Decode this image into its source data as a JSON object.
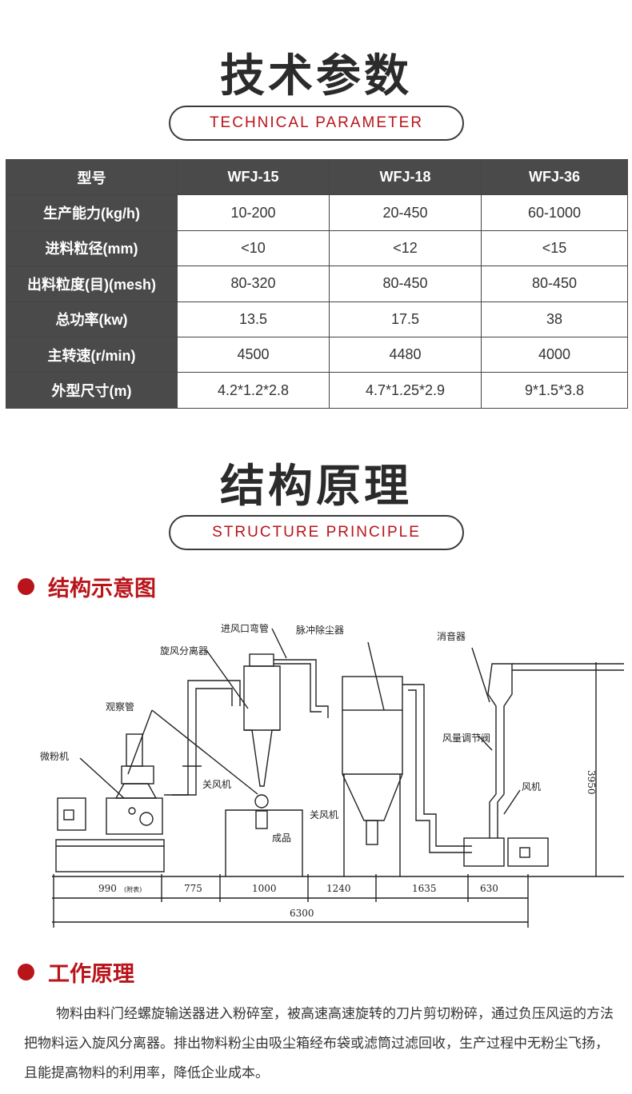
{
  "tech": {
    "title": "技术参数",
    "subtitle": "TECHNICAL PARAMETER",
    "headers": [
      "型号",
      "WFJ-15",
      "WFJ-18",
      "WFJ-36"
    ],
    "rows": [
      [
        "生产能力(kg/h)",
        "10-200",
        "20-450",
        "60-1000"
      ],
      [
        "进料粒径(mm)",
        "<10",
        "<12",
        "<15"
      ],
      [
        "出料粒度(目)(mesh)",
        "80-320",
        "80-450",
        "80-450"
      ],
      [
        "总功率(kw)",
        "13.5",
        "17.5",
        "38"
      ],
      [
        "主转速(r/min)",
        "4500",
        "4480",
        "4000"
      ],
      [
        "外型尺寸(m)",
        "4.2*1.2*2.8",
        "4.7*1.25*2.9",
        "9*1.5*3.8"
      ]
    ]
  },
  "structure": {
    "title": "结构原理",
    "subtitle": "STRUCTURE PRINCIPLE",
    "diagram_heading": "结构示意图",
    "diagram": {
      "labels": {
        "inlet_pipe": "进风口弯管",
        "dust_collector": "脉冲除尘器",
        "cyclone": "旋风分离器",
        "muffler": "消音器",
        "observation": "观察管",
        "mill": "微粉机",
        "valve1": "关风机",
        "valve2": "关风机",
        "product": "成品",
        "damper": "风量调节阀",
        "fan": "风机",
        "height": "3950",
        "note": "(附表)"
      },
      "dimensions": [
        "990",
        "775",
        "1000",
        "1240",
        "1635",
        "630"
      ],
      "total": "6300"
    }
  },
  "work": {
    "heading": "工作原理",
    "text": "物料由料门经螺旋输送器进入粉碎室，被高速高速旋转的刀片剪切粉碎，通过负压风运的方法把物料运入旋风分离器。排出物料粉尘由吸尘箱经布袋或滤筒过滤回收，生产过程中无粉尘飞扬，且能提高物料的利用率，降低企业成本。"
  },
  "colors": {
    "accent": "#b8141a",
    "header_bg": "#4a4a4a"
  }
}
